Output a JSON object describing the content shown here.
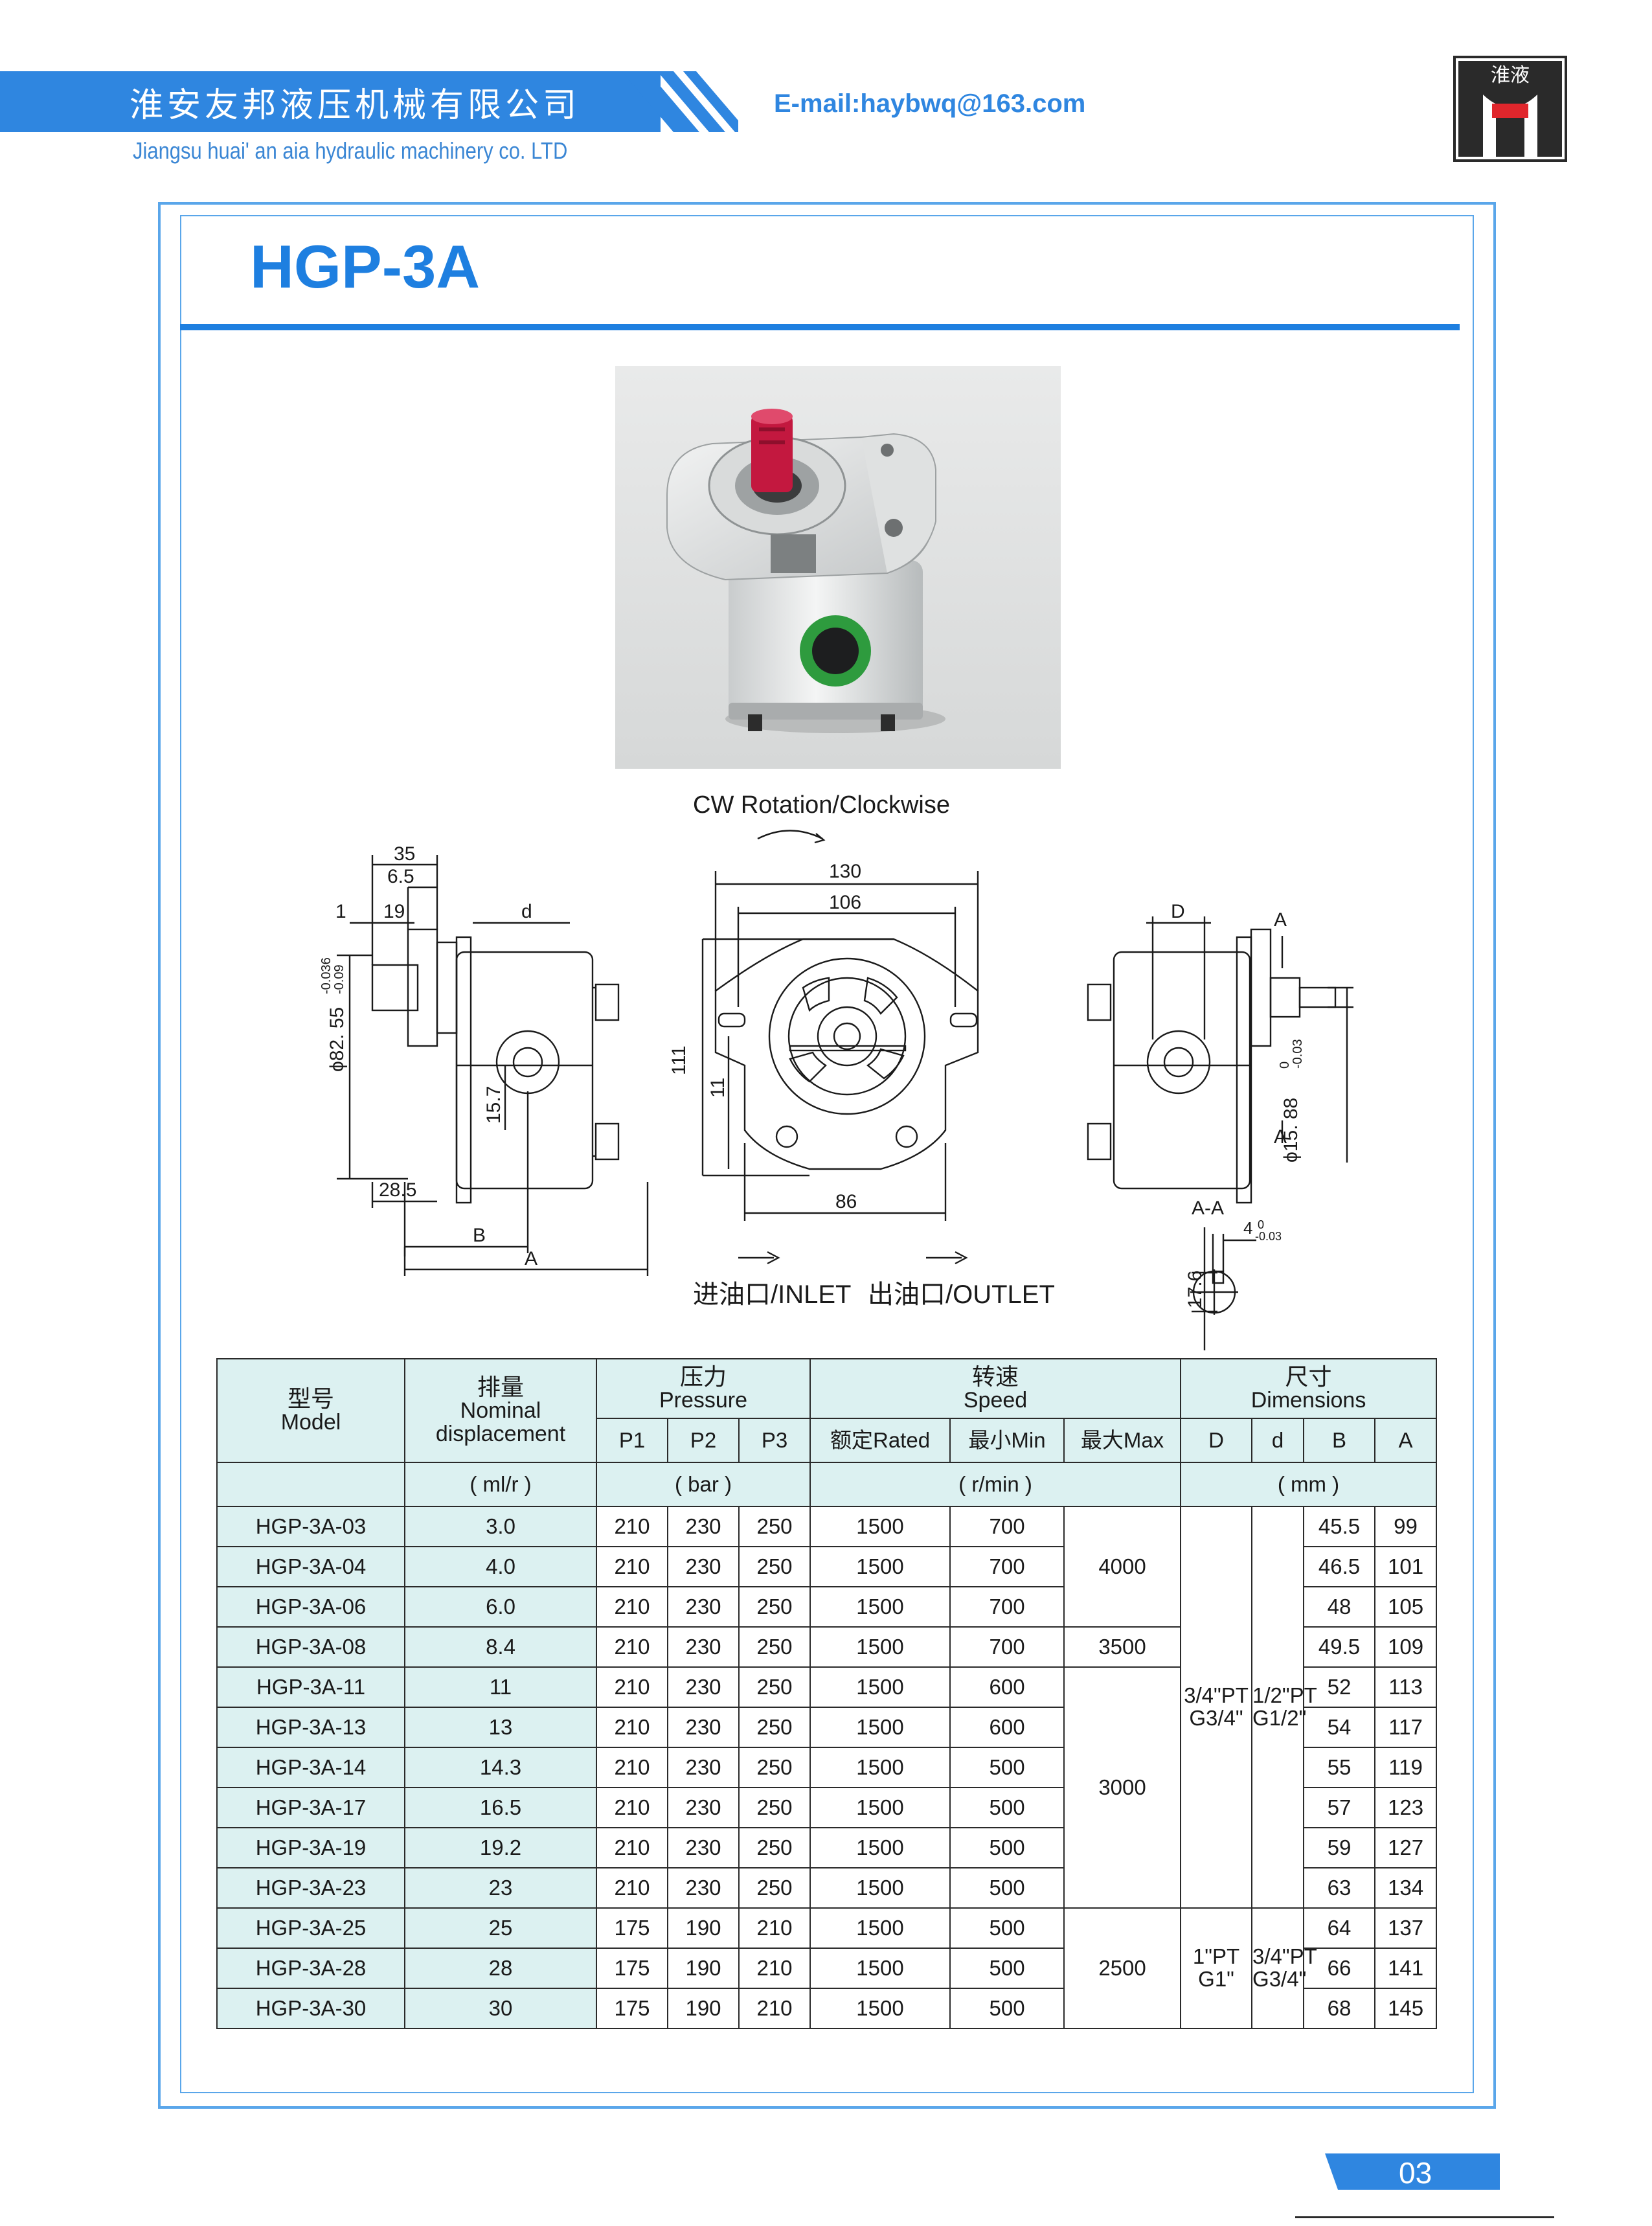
{
  "header": {
    "company_cn": "淮安友邦液压机械有限公司",
    "company_en": "Jiangsu huai' an aia hydraulic machinery co. LTD",
    "email": "E-mail:haybwq@163.com",
    "logo_text": "淮液"
  },
  "title": "HGP-3A",
  "drawing": {
    "rotation": "CW Rotation/Clockwise",
    "inlet": "进油口/INLET",
    "outlet": "出油口/OUTLET",
    "left_view": {
      "dims": [
        "35",
        "6.5",
        "1",
        "19",
        "d",
        "28.5",
        "B",
        "A",
        "15.7"
      ],
      "phi_label": "ϕ82. 55",
      "phi_tol_top": "-0.036",
      "phi_tol_bot": "-0.09"
    },
    "front_view": {
      "dims": [
        "130",
        "106",
        "111",
        "11",
        "86"
      ]
    },
    "right_view": {
      "dims": [
        "D",
        "A",
        "A"
      ],
      "phi_label": "ϕ15. 88",
      "phi_tol_top": "0",
      "phi_tol_bot": "-0.03"
    },
    "section": {
      "title": "A-A",
      "key_label": "4",
      "key_tol_top": "0",
      "key_tol_bot": "-0.03",
      "height": "17.6"
    }
  },
  "table": {
    "header": {
      "model_cn": "型号",
      "model_en": "Model",
      "disp_cn": "排量",
      "disp_en1": "Nominal",
      "disp_en2": "displacement",
      "pressure_cn": "压力",
      "pressure_en": "Pressure",
      "speed_cn": "转速",
      "speed_en": "Speed",
      "dim_cn": "尺寸",
      "dim_en": "Dimensions",
      "p1": "P1",
      "p2": "P2",
      "p3": "P3",
      "rated": "额定Rated",
      "min": "最小Min",
      "max": "最大Max",
      "D": "D",
      "d": "d",
      "B": "B",
      "A": "A",
      "unit_disp": "( ml/r )",
      "unit_pressure": "( bar )",
      "unit_speed": "( r/min )",
      "unit_dim": "( mm )"
    },
    "rows": [
      {
        "model": "HGP-3A-03",
        "disp": "3.0",
        "p1": "210",
        "p2": "230",
        "p3": "250",
        "rated": "1500",
        "min": "700",
        "B": "45.5",
        "A": "99"
      },
      {
        "model": "HGP-3A-04",
        "disp": "4.0",
        "p1": "210",
        "p2": "230",
        "p3": "250",
        "rated": "1500",
        "min": "700",
        "B": "46.5",
        "A": "101"
      },
      {
        "model": "HGP-3A-06",
        "disp": "6.0",
        "p1": "210",
        "p2": "230",
        "p3": "250",
        "rated": "1500",
        "min": "700",
        "B": "48",
        "A": "105"
      },
      {
        "model": "HGP-3A-08",
        "disp": "8.4",
        "p1": "210",
        "p2": "230",
        "p3": "250",
        "rated": "1500",
        "min": "700",
        "B": "49.5",
        "A": "109"
      },
      {
        "model": "HGP-3A-11",
        "disp": "11",
        "p1": "210",
        "p2": "230",
        "p3": "250",
        "rated": "1500",
        "min": "600",
        "B": "52",
        "A": "113"
      },
      {
        "model": "HGP-3A-13",
        "disp": "13",
        "p1": "210",
        "p2": "230",
        "p3": "250",
        "rated": "1500",
        "min": "600",
        "B": "54",
        "A": "117"
      },
      {
        "model": "HGP-3A-14",
        "disp": "14.3",
        "p1": "210",
        "p2": "230",
        "p3": "250",
        "rated": "1500",
        "min": "500",
        "B": "55",
        "A": "119"
      },
      {
        "model": "HGP-3A-17",
        "disp": "16.5",
        "p1": "210",
        "p2": "230",
        "p3": "250",
        "rated": "1500",
        "min": "500",
        "B": "57",
        "A": "123"
      },
      {
        "model": "HGP-3A-19",
        "disp": "19.2",
        "p1": "210",
        "p2": "230",
        "p3": "250",
        "rated": "1500",
        "min": "500",
        "B": "59",
        "A": "127"
      },
      {
        "model": "HGP-3A-23",
        "disp": "23",
        "p1": "210",
        "p2": "230",
        "p3": "250",
        "rated": "1500",
        "min": "500",
        "B": "63",
        "A": "134"
      },
      {
        "model": "HGP-3A-25",
        "disp": "25",
        "p1": "175",
        "p2": "190",
        "p3": "210",
        "rated": "1500",
        "min": "500",
        "B": "64",
        "A": "137"
      },
      {
        "model": "HGP-3A-28",
        "disp": "28",
        "p1": "175",
        "p2": "190",
        "p3": "210",
        "rated": "1500",
        "min": "500",
        "B": "66",
        "A": "141"
      },
      {
        "model": "HGP-3A-30",
        "disp": "30",
        "p1": "175",
        "p2": "190",
        "p3": "210",
        "rated": "1500",
        "min": "500",
        "B": "68",
        "A": "145"
      }
    ],
    "max_groups": [
      {
        "value": "4000"
      },
      {
        "value": "3500"
      },
      {
        "value": "3000"
      },
      {
        "value": "2500"
      }
    ],
    "ports_groups": [
      {
        "D1": "3/4\"PT",
        "D2": "G3/4\"",
        "d1": "1/2\"PT",
        "d2": "G1/2\""
      },
      {
        "D1": "1\"PT",
        "D2": "G1\"",
        "d1": "3/4\"PT",
        "d2": "G3/4\""
      }
    ]
  },
  "page_number": "03",
  "colors": {
    "brand_blue": "#2f86e0",
    "frame_blue": "#5aa6ea",
    "table_shade": "#dcf1f1"
  }
}
